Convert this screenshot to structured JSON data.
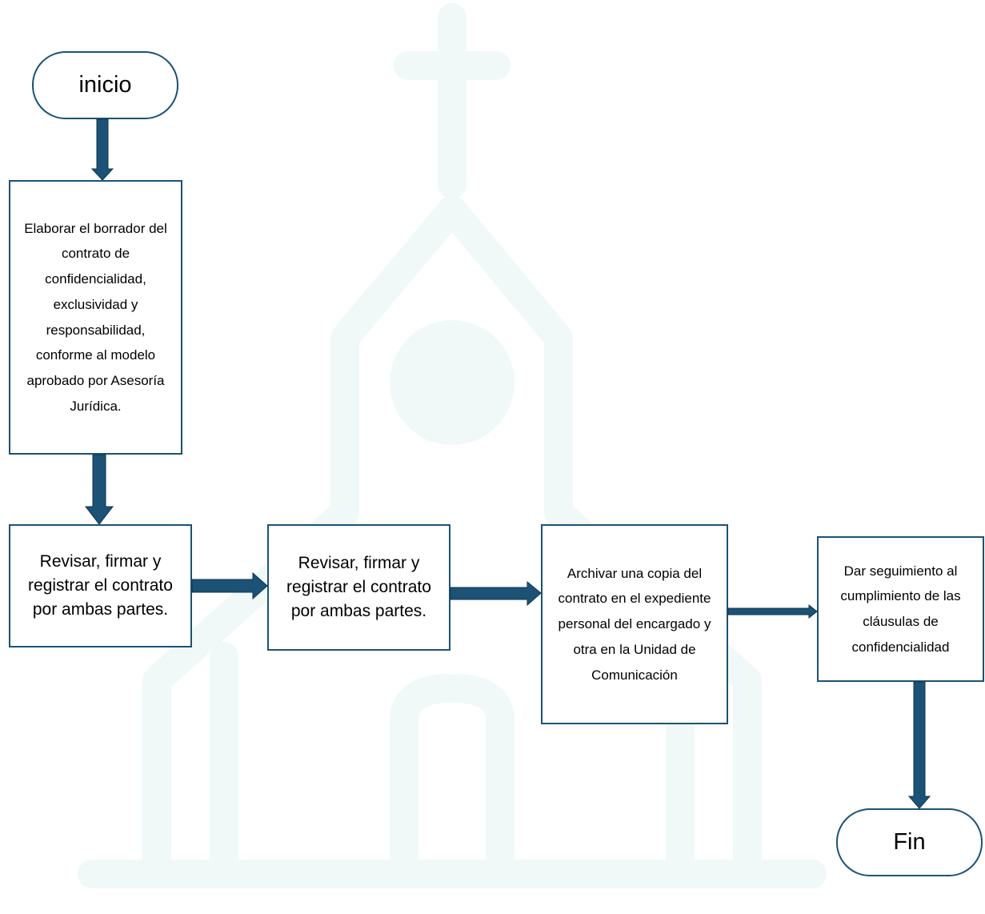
{
  "colors": {
    "arrow": "#1b5275",
    "border": "#1b5275",
    "watermark": "#f0f9f8"
  },
  "watermark_icon": "church-icon",
  "nodes": {
    "inicio": "inicio",
    "step1": "Elaborar el borrador del contrato de confidencialidad, exclusividad y responsabilidad, conforme al modelo aprobado por Asesoría Jurídica.",
    "step2": "Revisar, firmar y registrar el contrato por ambas partes.",
    "step3": "Revisar, firmar y registrar el contrato por ambas partes.",
    "step4": "Archivar una copia del contrato en el expediente personal del encargado y otra en la Unidad de Comunicación",
    "step5": "Dar seguimiento al cumplimiento de las cláusulas de confidencialidad",
    "fin": "Fin"
  }
}
